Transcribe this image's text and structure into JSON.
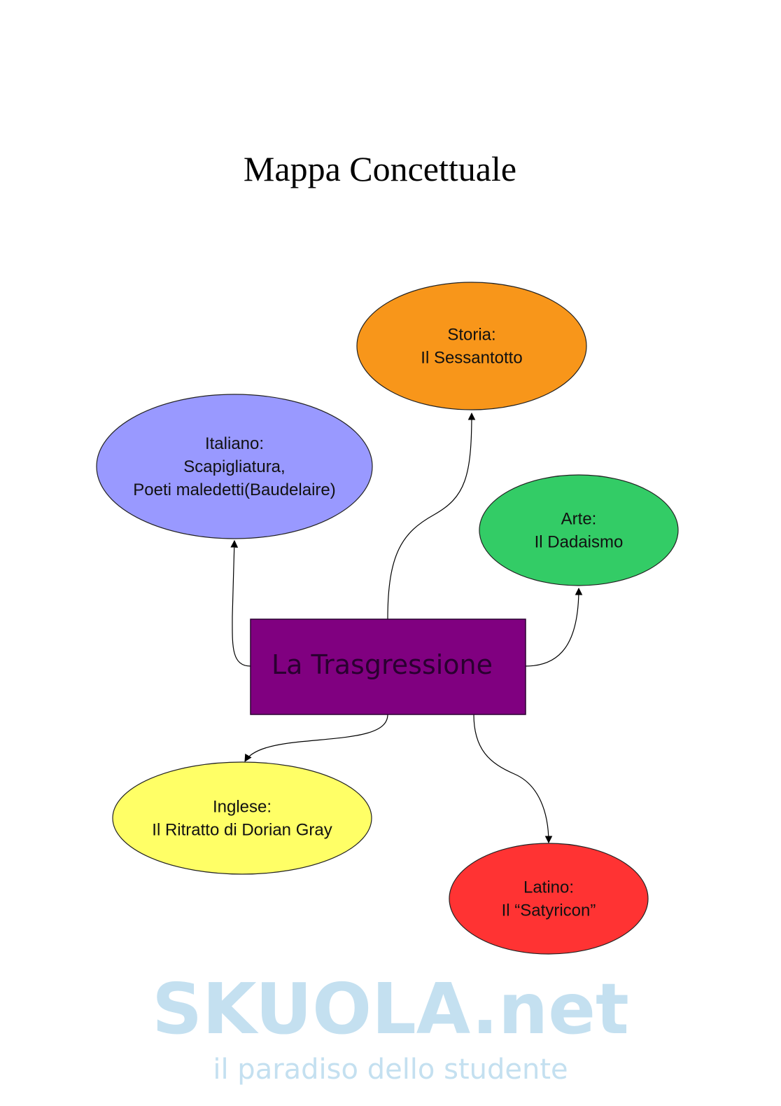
{
  "watermark": {
    "brand": "SKUOLA.net",
    "tagline": "il paradiso dello studente"
  },
  "title": "Mappa Concettuale",
  "center": {
    "label": "La Trasgressione",
    "color": "#800080"
  },
  "nodes": [
    {
      "id": "storia",
      "lines": [
        "Storia:",
        "Il Sessantotto"
      ],
      "color": "#f8961a"
    },
    {
      "id": "italiano",
      "lines": [
        "Italiano:",
        "Scapigliatura,",
        "Poeti maledetti(Baudelaire)"
      ],
      "color": "#9999ff"
    },
    {
      "id": "arte",
      "lines": [
        "Arte:",
        "Il Dadaismo"
      ],
      "color": "#33cc66"
    },
    {
      "id": "inglese",
      "lines": [
        "Inglese:",
        "Il Ritratto di Dorian Gray"
      ],
      "color": "#ffff66"
    },
    {
      "id": "latino",
      "lines": [
        "Latino:",
        "Il “Satyricon”"
      ],
      "color": "#ff3333"
    }
  ]
}
